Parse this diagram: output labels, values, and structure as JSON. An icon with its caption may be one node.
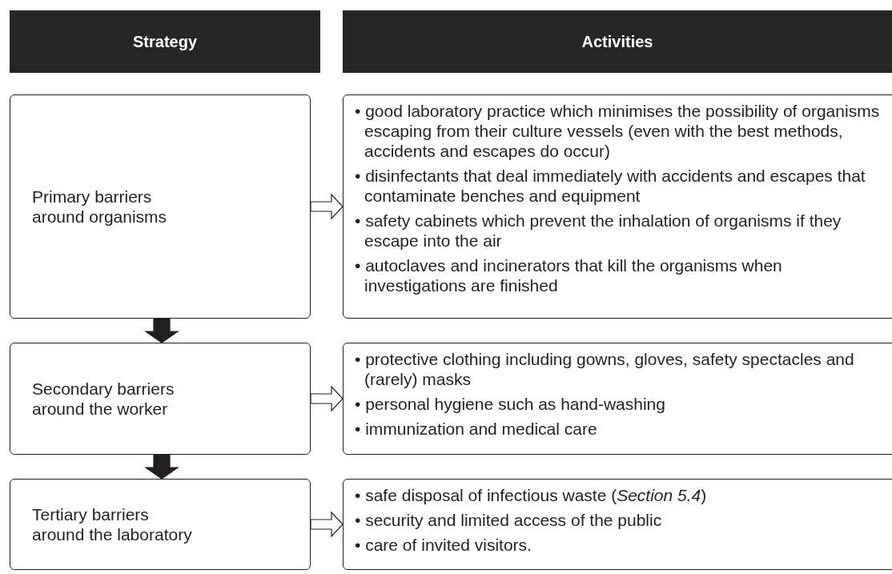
{
  "diagram": {
    "nodes": [
      {
        "text": [
          "Strategy"
        ]
      },
      {
        "text": [
          "Activities"
        ]
      },
      {
        "text": [
          "Primary barriers around organisms"
        ]
      },
      {
        "text": [
          "• good laboratory practice which minimises the possibility of organisms escaping from their culture vessels (even with the best methods, accidents and escapes do occur)",
          "• disinfectants that deal immediately with accidents and escapes that contaminate benches and equipment",
          "• safety cabinets which prevent the inhalation of organisms if they escape into the air",
          "• autoclaves and incinerators that kill the organisms when investigations are finished"
        ]
      },
      {
        "text": [
          "Secondary barriers around the worker"
        ]
      },
      {
        "text": [
          "• protective clothing including gowns, gloves, safety spectacles and (rarely) masks",
          "• personal hygiene such as hand-washing",
          "• immunization and medical care"
        ]
      },
      {
        "text": [
          "Tertiary barriers around the laboratory"
        ]
      },
      {
        "text": [
          "• safe disposal of infectious waste (*Section 5.4*)",
          "• security and limited access of the public",
          "• care of invited visitors."
        ]
      }
    ],
    "edges": [
      {
        "from": 2,
        "to": 3,
        "arrow": "to"
      },
      {
        "from": 2,
        "to": 4,
        "arrow": "to",
        "style": "thick"
      },
      {
        "from": 4,
        "to": 5,
        "arrow": "to"
      },
      {
        "from": 4,
        "to": 6,
        "arrow": "to",
        "style": "thick"
      },
      {
        "from": 6,
        "to": 7,
        "arrow": "to"
      }
    ]
  }
}
